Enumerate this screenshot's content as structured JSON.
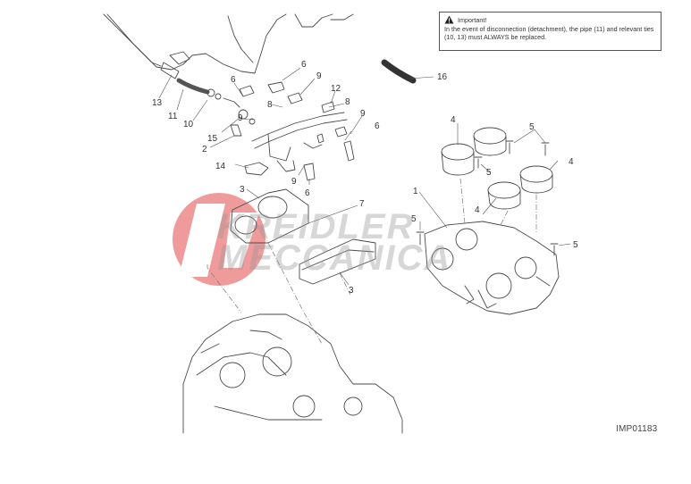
{
  "notice": {
    "title": "Important!",
    "body": "In the event of disconnection (detachment), the pipe (11) and relevant ties (10, 13) must ALWAYS be replaced."
  },
  "drawing_code": "IMP01183",
  "watermark": {
    "line1": "KREIDLER",
    "line2": "MECCANICA"
  },
  "callouts": [
    "1",
    "2",
    "3",
    "3",
    "4",
    "4",
    "4",
    "5",
    "5",
    "5",
    "5",
    "6",
    "6",
    "6",
    "6",
    "7",
    "8",
    "8",
    "9",
    "9",
    "9",
    "9",
    "10",
    "11",
    "12",
    "13",
    "14",
    "15",
    "16"
  ],
  "colors": {
    "line": "#4a4a4a",
    "watermark_red": "#e24a4a"
  }
}
